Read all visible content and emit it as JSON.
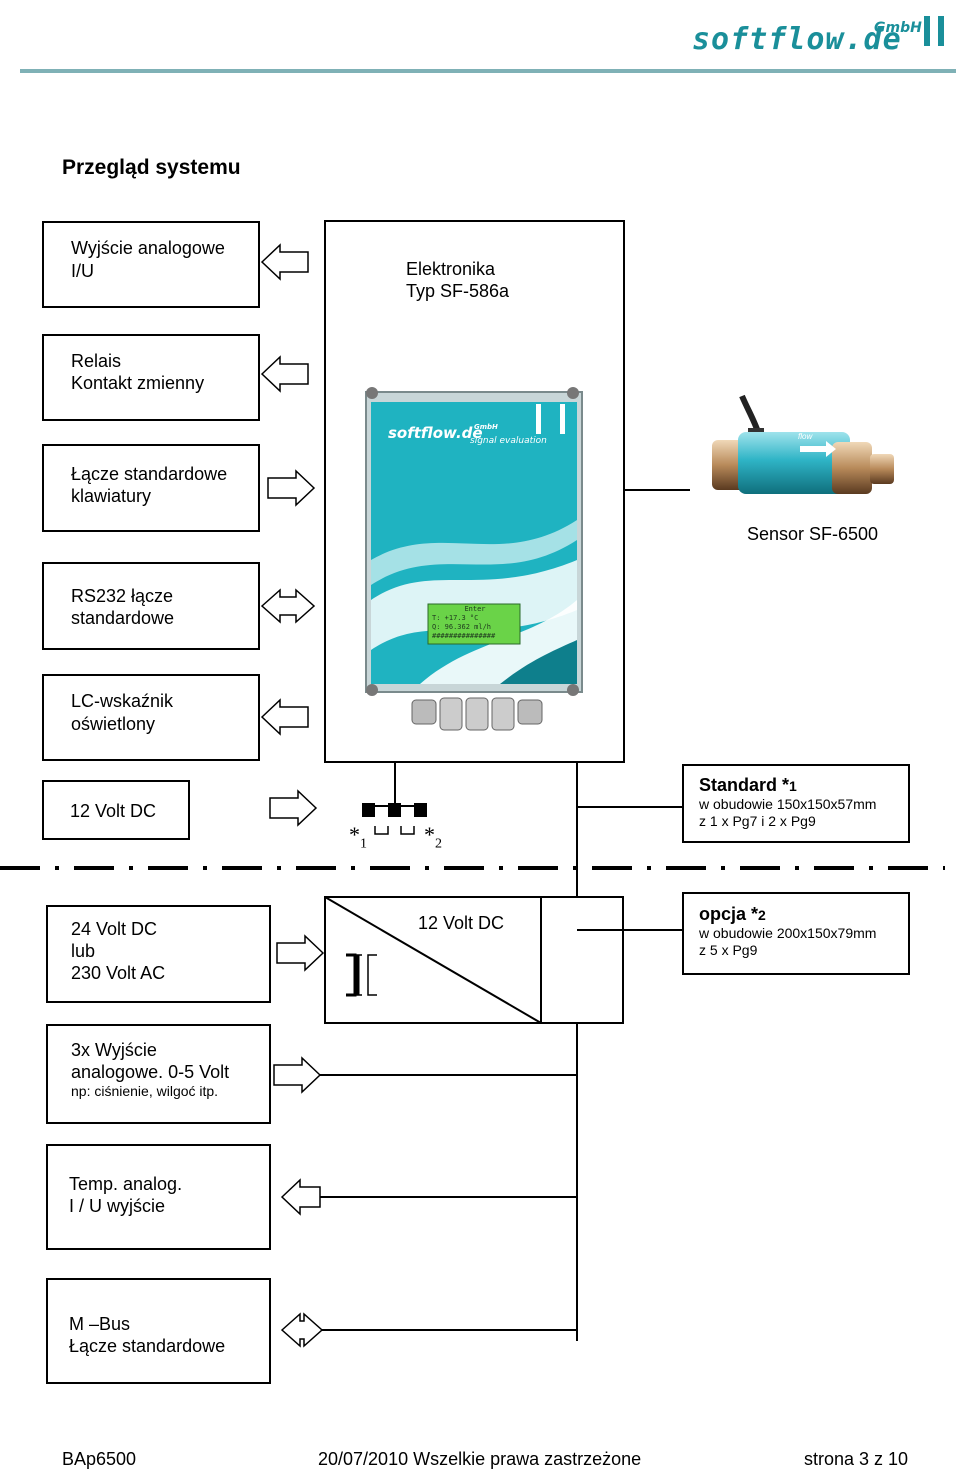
{
  "header": {
    "logo_text": "softflow.de",
    "logo_gmbh": "GmbH",
    "brand_color": "#1a8f9a"
  },
  "page_title": "Przegląd systemu",
  "left_boxes": [
    {
      "line1": "Wyjście analogowe",
      "line2": "I/U"
    },
    {
      "line1": "Relais",
      "line2": "Kontakt zmienny"
    },
    {
      "line1": "Łącze standardowe",
      "line2": "klawiatury"
    },
    {
      "line1": "RS232 łącze",
      "line2": "standardowe"
    },
    {
      "line1": "LC-wskaźnik",
      "line2": "oświetlony"
    },
    {
      "line1": "12 Volt DC",
      "line2": ""
    }
  ],
  "electronics": {
    "line1": "Elektronika",
    "line2": "Typ SF-586a"
  },
  "device_photo": {
    "logo": "softflow.de",
    "logo_gmbh": "GmbH",
    "subtitle": "signal evaluation",
    "lcd_lines": [
      "Enter",
      "T:  +17.3     °C",
      "Q:  96.362 ml/h",
      "###############"
    ]
  },
  "sensor": {
    "label": "Sensor SF-6500",
    "arrow_text": "flow"
  },
  "jumper": {
    "mark1": "*",
    "sub1": "1",
    "mark2": "*",
    "sub2": "2"
  },
  "standard_box": {
    "title": "Standard *",
    "title_sup": "1",
    "line1": "w obudowie 150x150x57mm",
    "line2": "z 1 x Pg7 i 2 x Pg9"
  },
  "option_box": {
    "title": "opcja *",
    "title_sup": "2",
    "line1": "w obudowie 200x150x79mm",
    "line2": "z 5 x Pg9"
  },
  "power_box": {
    "line1": "24 Volt DC",
    "line2": "lub",
    "line3": "230 Volt AC"
  },
  "converter": {
    "label": "12 Volt DC"
  },
  "bottom_boxes": [
    {
      "line1": "3x Wyjście",
      "line2": "analogowe. 0-5 Volt",
      "line3": "np: ciśnienie, wilgoć itp."
    },
    {
      "line1": "Temp. analog.",
      "line2": "I / U wyjście"
    },
    {
      "line1": "M –Bus",
      "line2": "Łącze standardowe"
    }
  ],
  "footer": {
    "left": "BAp6500",
    "center": "20/07/2010 Wszelkie prawa zastrzeżone",
    "right": "strona 3 z 10"
  }
}
